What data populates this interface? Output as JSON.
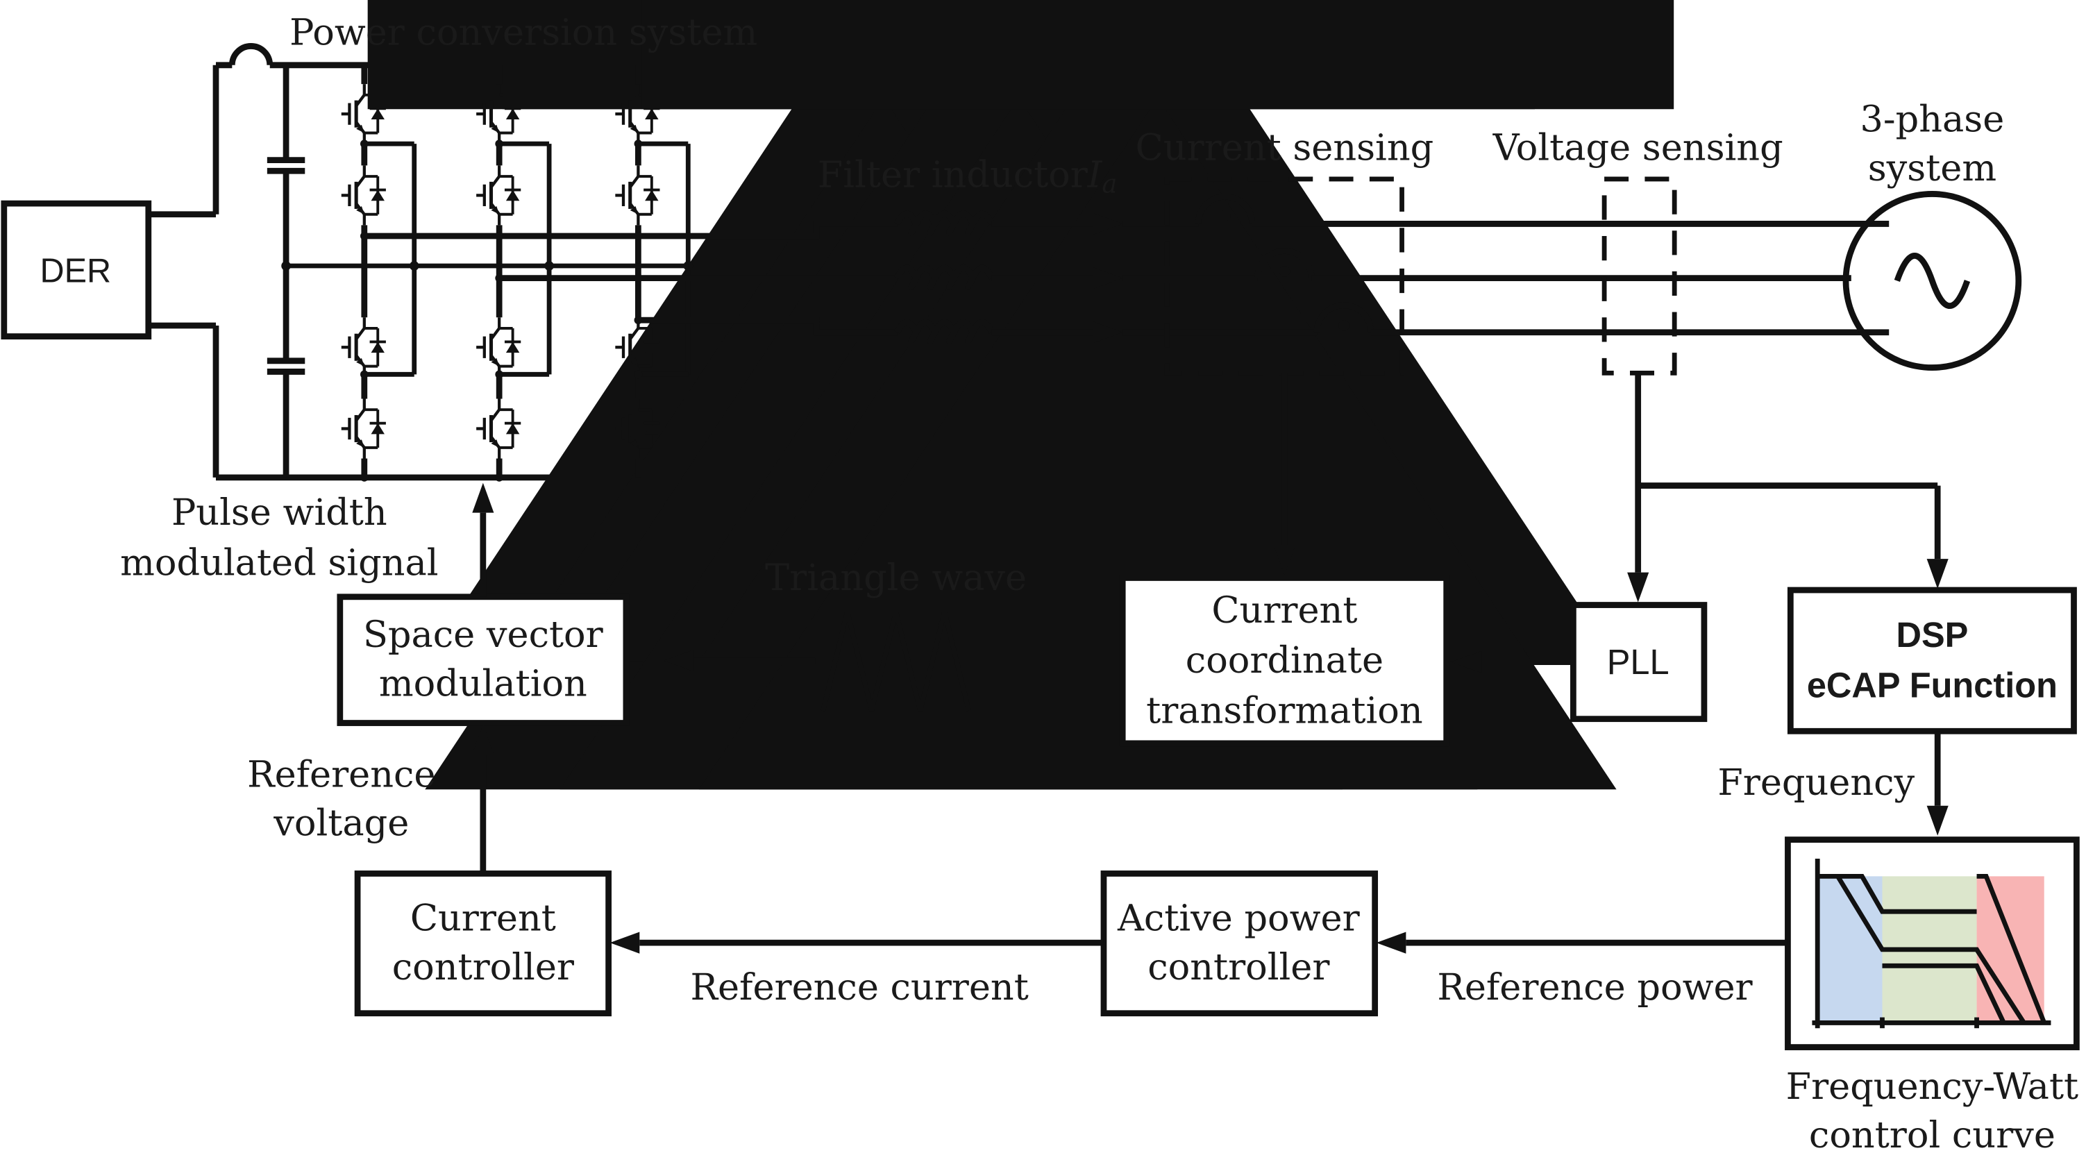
{
  "labels": {
    "der": "DER",
    "power_conversion_system": "Power conversion system",
    "filter_inductor": "Filter inductor",
    "current_symbol": "I",
    "current_symbol_sub": "a",
    "current_sensing": "Current sensing",
    "voltage_sensing": "Voltage sensing",
    "three_phase_line1": "3-phase",
    "three_phase_line2": "system",
    "pwm_line1": "Pulse width",
    "pwm_line2": "modulated signal",
    "svm_line1": "Space vector",
    "svm_line2": "modulation",
    "triangle_wave": "Triangle wave",
    "cct_line1": "Current",
    "cct_line2": "coordinate",
    "cct_line3": "transformation",
    "pll": "PLL",
    "dsp_line1": "DSP",
    "dsp_line2": "eCAP Function",
    "frequency": "Frequency",
    "ref_voltage_line1": "Reference",
    "ref_voltage_line2": "voltage",
    "cc_line1": "Current",
    "cc_line2": "controller",
    "apc_line1": "Active power",
    "apc_line2": "controller",
    "reference_current": "Reference current",
    "reference_power": "Reference power",
    "fw_line1": "Frequency-Watt",
    "fw_line2": "control curve"
  },
  "colors": {
    "line": "#111111",
    "curve_zone_low": "#c6d8ef",
    "curve_zone_mid": "#dce6cc",
    "curve_zone_high": "#f8b4b4"
  },
  "icons": {
    "igbt": "igbt-switch-icon",
    "diode": "diode-icon",
    "capacitor": "capacitor-icon",
    "inductor": "inductor-coil-icon",
    "ct": "current-transformer-icon",
    "source": "ac-source-icon",
    "triangle": "triangle-wave-icon"
  }
}
